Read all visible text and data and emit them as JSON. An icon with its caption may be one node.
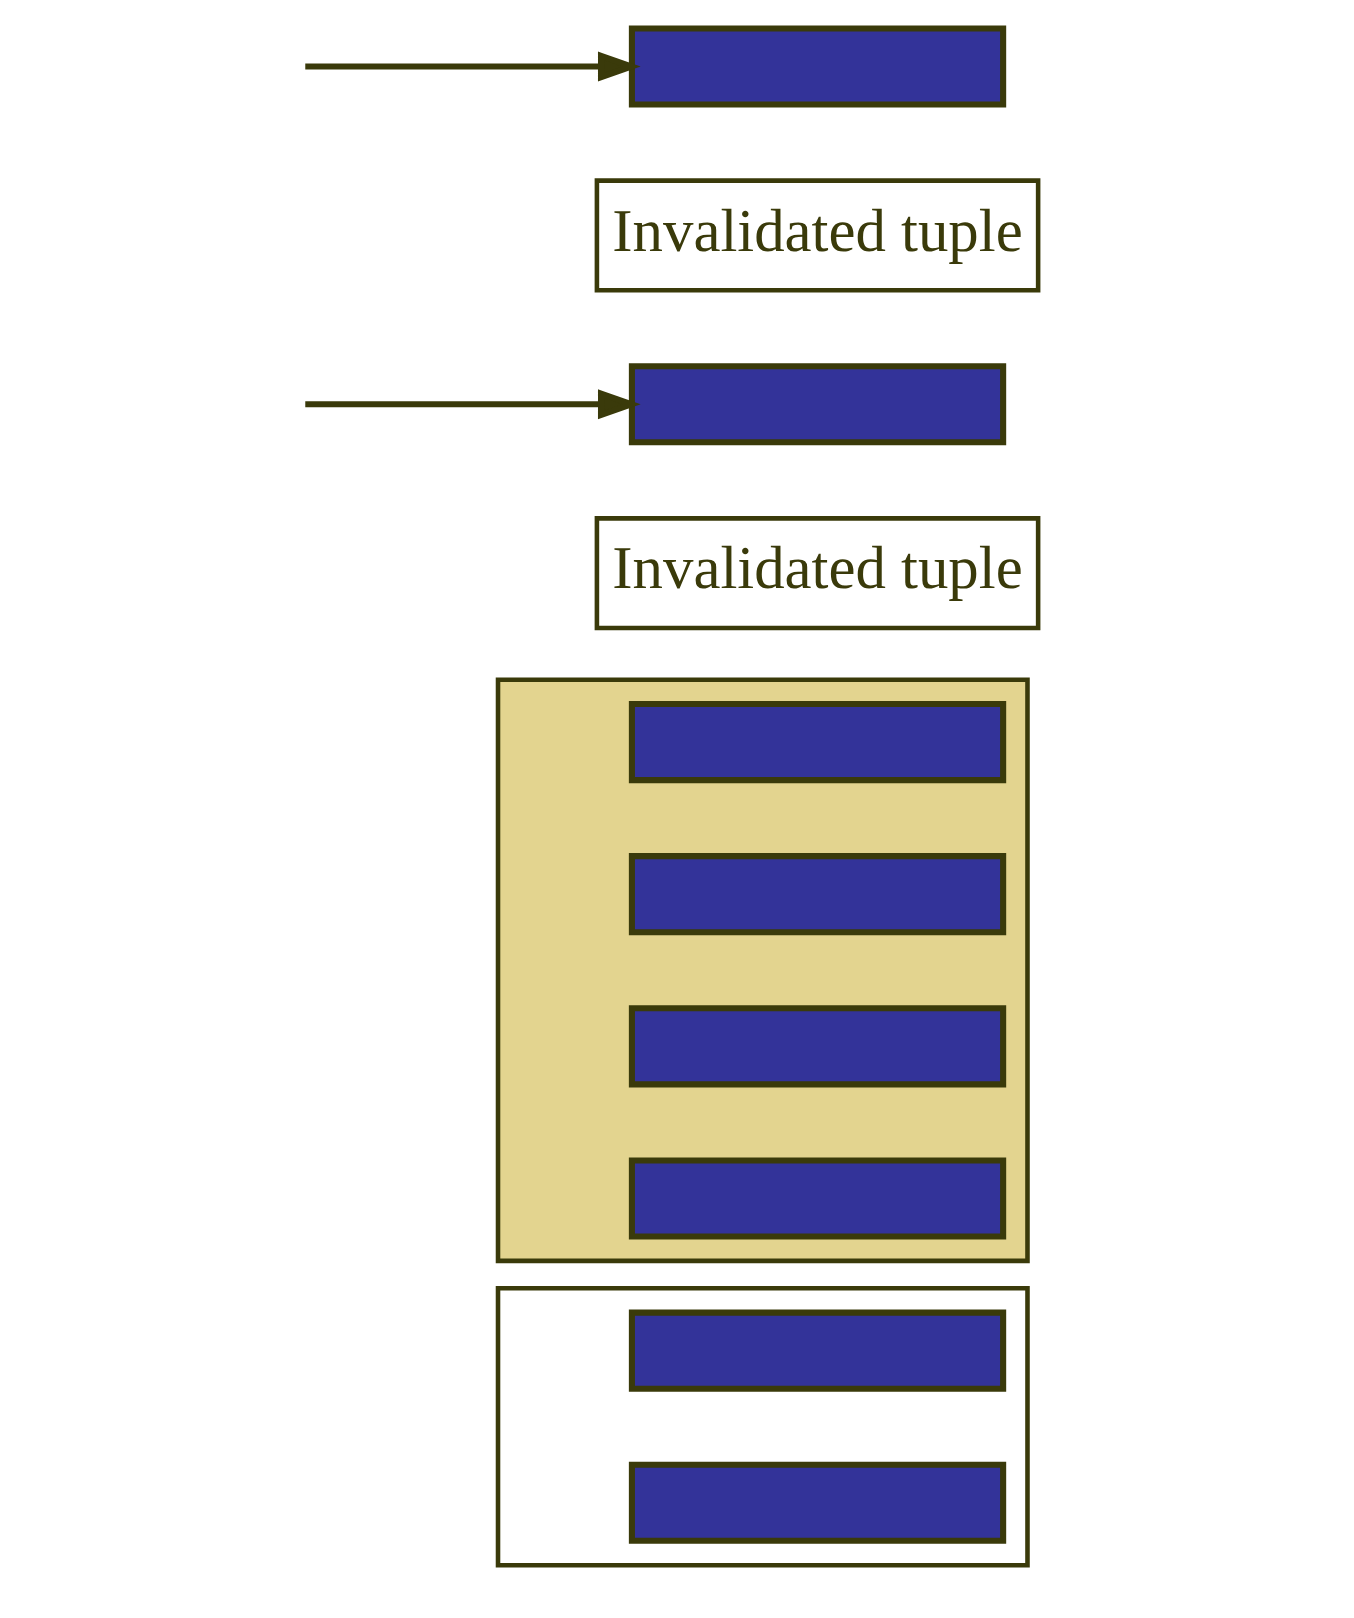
{
  "diagram": {
    "nodes": [
      {
        "text": [],
        "shape": "bar"
      },
      {
        "text": [
          "Invalidated tuple"
        ]
      },
      {
        "text": [],
        "shape": "bar"
      },
      {
        "text": [
          "Invalidated tuple"
        ]
      },
      {
        "text": [],
        "shape": "box"
      },
      {
        "text": [],
        "shape": "bar",
        "in": 4
      },
      {
        "text": [],
        "shape": "bar",
        "in": 4
      },
      {
        "text": [],
        "shape": "bar",
        "in": 4
      },
      {
        "text": [],
        "shape": "bar",
        "in": 4
      },
      {
        "text": [],
        "shape": "bin"
      },
      {
        "text": [],
        "shape": "bar",
        "in": 9
      },
      {
        "text": [],
        "shape": "bar",
        "in": 9
      }
    ],
    "edges": [
      {
        "from": null,
        "to": 0,
        "arrow": "to"
      },
      {
        "from": null,
        "to": 2,
        "arrow": "to"
      }
    ]
  }
}
